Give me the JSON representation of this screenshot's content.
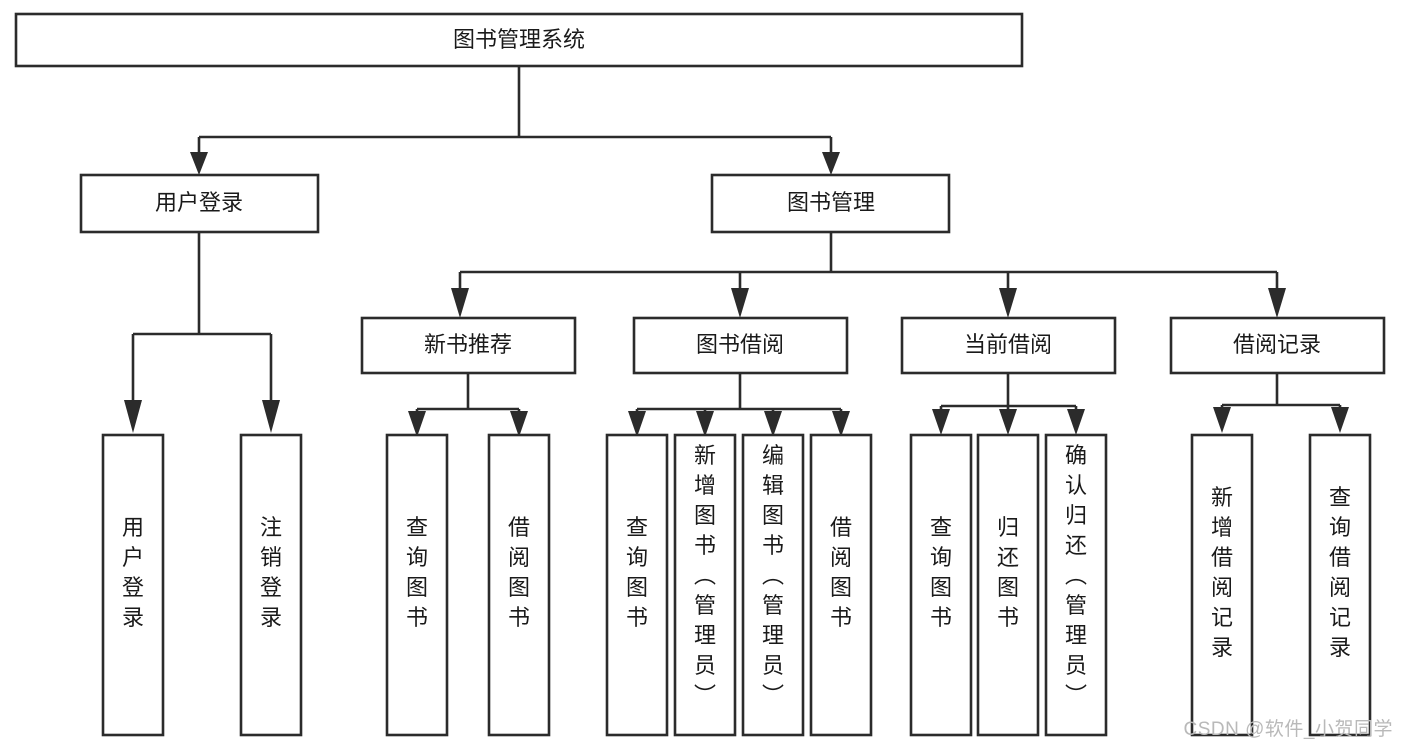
{
  "diagram": {
    "title": "图书管理系统",
    "type": "tree",
    "watermark": "CSDN @软件_小贺同学",
    "colors": {
      "stroke": "#2b2b2b",
      "fill": "#ffffff",
      "text": "#1a1a1a",
      "watermark": "#b9b9b9"
    },
    "levels": {
      "root": {
        "label": "图书管理系统"
      },
      "level2": [
        {
          "label": "用户登录"
        },
        {
          "label": "图书管理"
        }
      ],
      "level3": [
        {
          "label": "新书推荐"
        },
        {
          "label": "图书借阅"
        },
        {
          "label": "当前借阅"
        },
        {
          "label": "借阅记录"
        }
      ],
      "leaves": {
        "user_login": [
          {
            "label": "用户登录"
          },
          {
            "label": "注销登录"
          }
        ],
        "new_book": [
          {
            "label": "查询图书"
          },
          {
            "label": "借阅图书"
          }
        ],
        "book_borrow": [
          {
            "label": "查询图书"
          },
          {
            "label": "新增图书（管理员）"
          },
          {
            "label": "编辑图书（管理员）"
          },
          {
            "label": "借阅图书"
          }
        ],
        "current_borrow": [
          {
            "label": "查询图书"
          },
          {
            "label": "归还图书"
          },
          {
            "label": "确认归还（管理员）"
          }
        ],
        "borrow_record": [
          {
            "label": "新增借阅记录"
          },
          {
            "label": "查询借阅记录"
          }
        ]
      }
    }
  }
}
